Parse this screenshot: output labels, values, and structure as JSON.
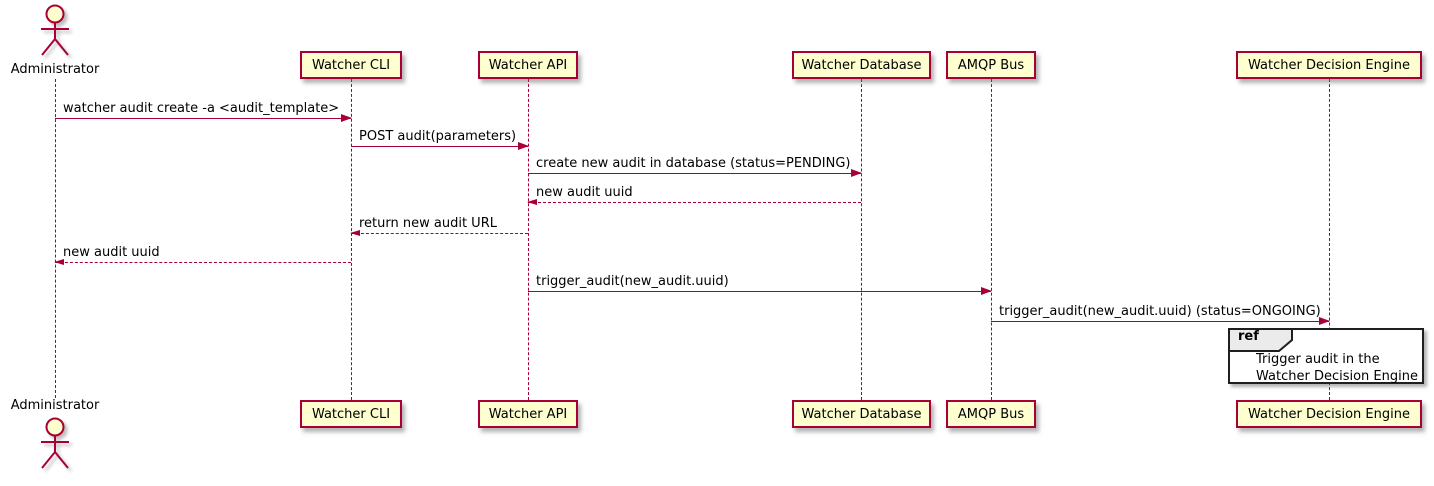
{
  "diagram_type": "sequence",
  "actor": {
    "label": "Administrator"
  },
  "participants": [
    {
      "label": "Watcher CLI"
    },
    {
      "label": "Watcher API"
    },
    {
      "label": "Watcher Database"
    },
    {
      "label": "AMQP Bus"
    },
    {
      "label": "Watcher Decision Engine"
    }
  ],
  "messages": [
    {
      "label": "watcher audit create -a <audit_template>",
      "from": "Administrator",
      "to": "Watcher CLI",
      "line": "solid"
    },
    {
      "label": "POST audit(parameters)",
      "from": "Watcher CLI",
      "to": "Watcher API",
      "line": "solid"
    },
    {
      "label": "create new audit in database (status=PENDING)",
      "from": "Watcher API",
      "to": "Watcher Database",
      "line": "solid"
    },
    {
      "label": "new audit uuid",
      "from": "Watcher Database",
      "to": "Watcher API",
      "line": "dashed"
    },
    {
      "label": "return new audit URL",
      "from": "Watcher API",
      "to": "Watcher CLI",
      "line": "dashed"
    },
    {
      "label": "new audit uuid",
      "from": "Watcher CLI",
      "to": "Administrator",
      "line": "dashed"
    },
    {
      "label": "trigger_audit(new_audit.uuid)",
      "from": "Watcher API",
      "to": "AMQP Bus",
      "line": "solid"
    },
    {
      "label": "trigger_audit(new_audit.uuid) (status=ONGOING)",
      "from": "AMQP Bus",
      "to": "Watcher Decision Engine",
      "line": "solid"
    }
  ],
  "ref_frame": {
    "keyword": "ref",
    "lines": [
      "Trigger audit in the",
      "Watcher Decision Engine"
    ]
  },
  "colors": {
    "participant_fill": "#FEFECE",
    "line": "#A80036",
    "text": "#000000",
    "ref_border": "#1F1F1F",
    "ref_tab_fill": "#EBEBEB",
    "background": "#FFFFFF"
  }
}
